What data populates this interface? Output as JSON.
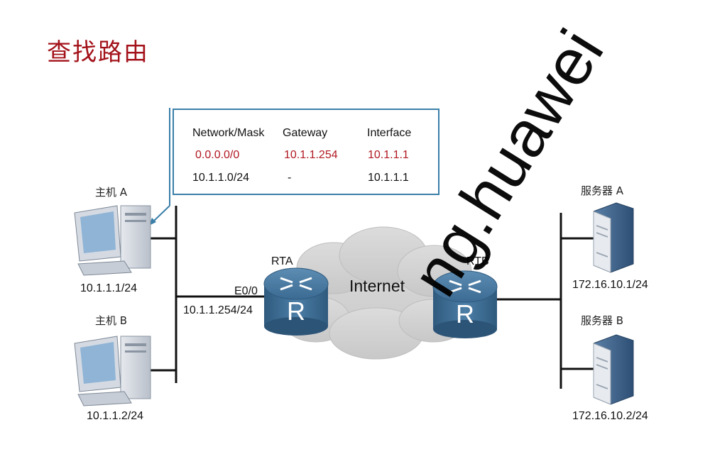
{
  "title": "查找路由",
  "routing_table": {
    "headers": [
      "Network/Mask",
      "Gateway",
      "Interface"
    ],
    "rows": [
      [
        "0.0.0.0/0",
        "10.1.1.254",
        "10.1.1.1"
      ],
      [
        "10.1.1.0/24",
        "-",
        "10.1.1.1"
      ]
    ]
  },
  "hosts": [
    {
      "name": "主机 A",
      "ip": "10.1.1.1/24"
    },
    {
      "name": "主机 B",
      "ip": "10.1.1.2/24"
    }
  ],
  "servers": [
    {
      "name": "服务器 A",
      "ip": "172.16.10.1/24"
    },
    {
      "name": "服务器 B",
      "ip": "172.16.10.2/24"
    }
  ],
  "rta": {
    "name": "RTA",
    "interface": "E0/0",
    "ip": "10.1.1.254/24"
  },
  "rtb": {
    "name": "RTB"
  },
  "internet_label": "Internet",
  "watermark": "ng.huawei",
  "colors": {
    "title": "#a3121a",
    "highlight_row": "#b01822",
    "box_border": "#3a7fa8",
    "router": "#3d6f95"
  }
}
